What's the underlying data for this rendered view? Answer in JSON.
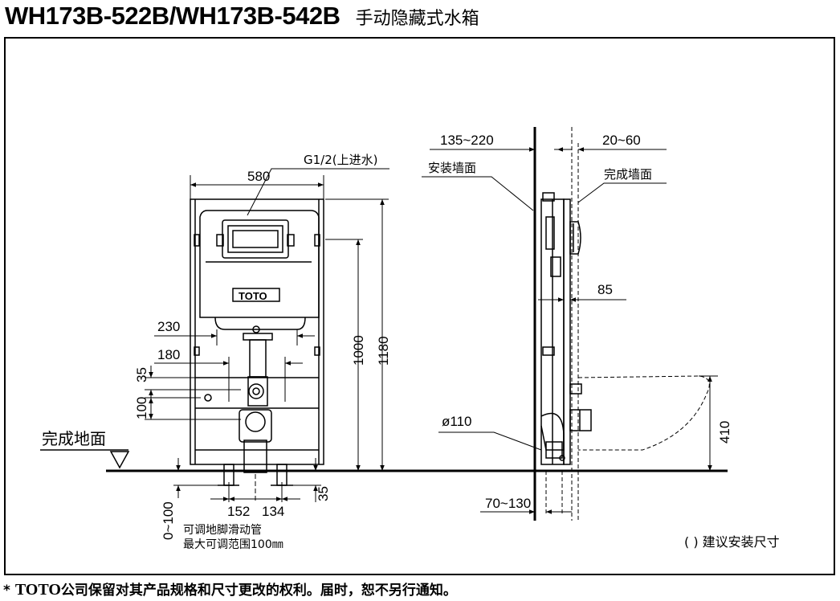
{
  "header": {
    "model": "WH173B-522B/WH173B-542B",
    "subtitle": "手动隐藏式水箱"
  },
  "front_view": {
    "width_dim": "580",
    "inlet_label": "G1/2(上进水)",
    "logo": "TOTO",
    "dim_230": "230",
    "dim_180": "180",
    "dim_35_top": "35",
    "dim_100": "100",
    "dim_1000": "1000",
    "dim_1180": "1180",
    "floor_label": "完成地面",
    "dim_152": "152",
    "dim_134": "134",
    "dim_35_bottom": "35",
    "dim_0_100": "0~100",
    "foot_note_1": "可调地脚滑动管",
    "foot_note_2": "最大可调范围100㎜"
  },
  "side_view": {
    "dim_135_220": "135~220",
    "dim_20_60": "20~60",
    "install_wall": "安装墙面",
    "finished_wall": "完成墙面",
    "dim_85": "85",
    "dim_110": "ø110",
    "dim_410": "410",
    "dim_70_130": "70~130",
    "recommend_note": "( ) 建议安装尺寸"
  },
  "footer": {
    "asterisk": "*",
    "brand": "TOTO",
    "text": "公司保留对其产品规格和尺寸更改的权利。届时，恕不另行通知。"
  }
}
